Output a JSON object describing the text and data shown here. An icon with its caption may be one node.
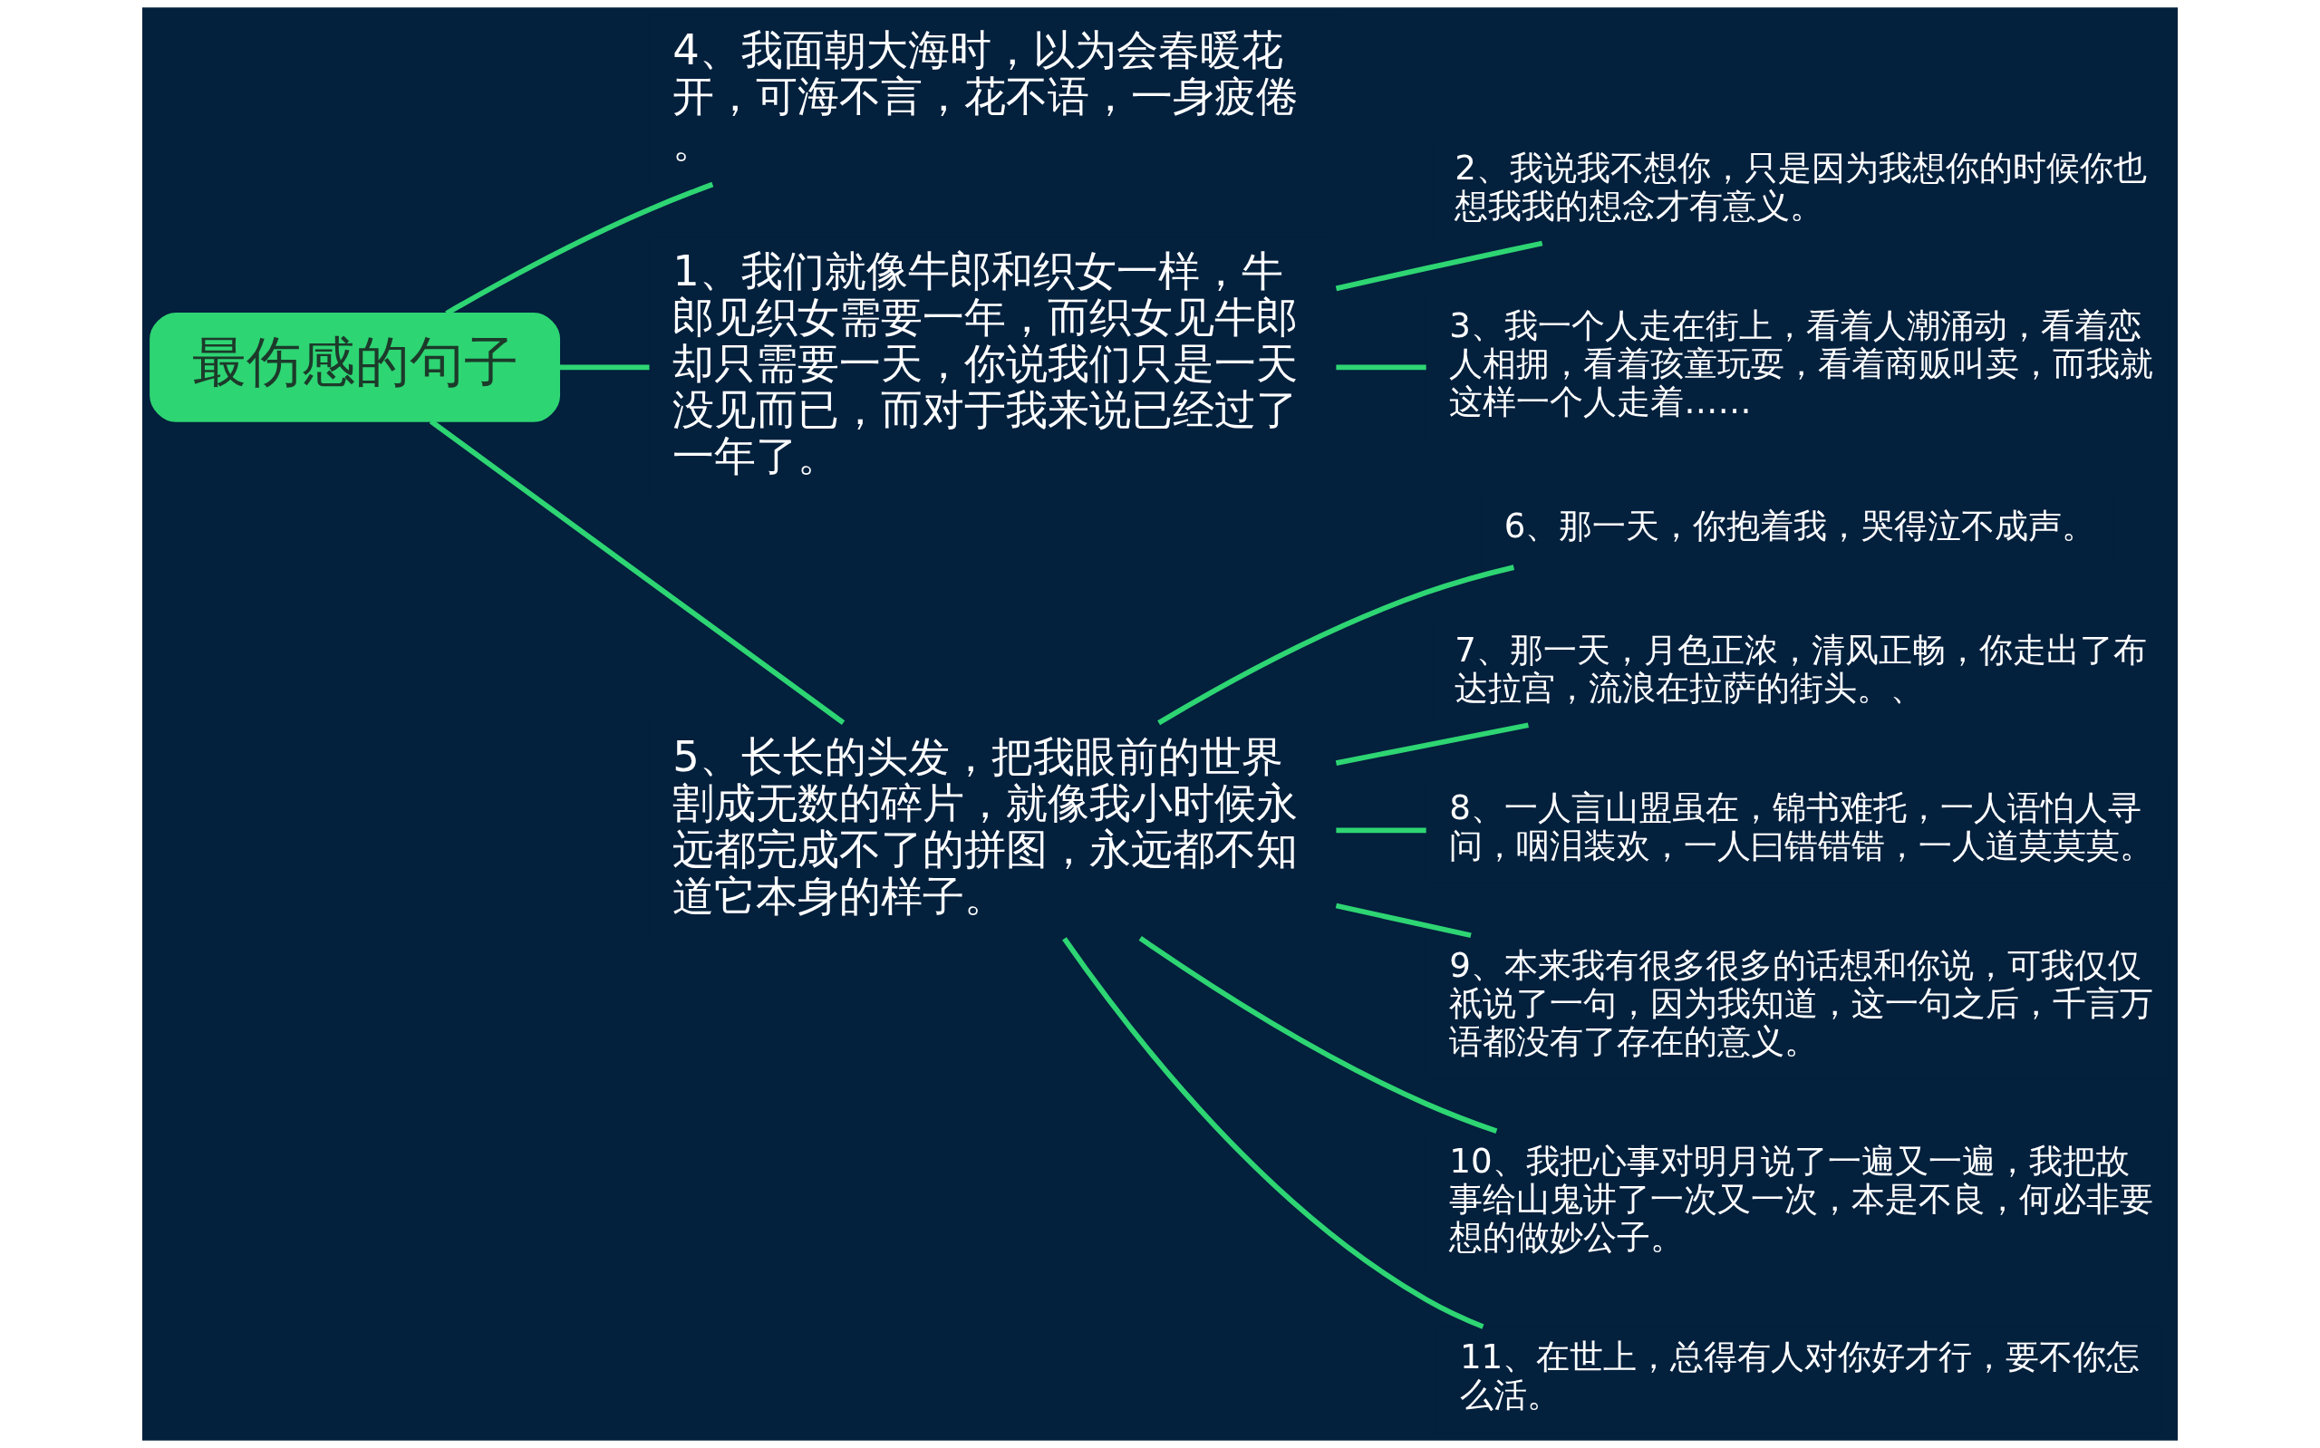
{
  "diagram": {
    "nodes": [
      {
        "text": [
          "最伤感的句子"
        ]
      },
      {
        "text": [
          "4、我面朝大海时，以为会春暖花开，可海不言，花不语，一身疲倦。"
        ]
      },
      {
        "text": [
          "1、我们就像牛郎和织女一样，牛郎见织女需要一年，而织女见牛郎却只需要一天，你说我们只是一天没见而已，而对于我来说已经过了一年了。"
        ]
      },
      {
        "text": [
          "5、长长的头发，把我眼前的世界割成无数的碎片，就像我小时候永远都完成不了的拼图，永远都不知道它本身的样子。"
        ]
      },
      {
        "text": [
          "2、我说我不想你，只是因为我想你的时候你也想我我的想念才有意义。"
        ]
      },
      {
        "text": [
          "3、我一个人走在街上，看着人潮涌动，看着恋人相拥，看着孩童玩耍，看着商贩叫卖，而我就这样一个人走着……"
        ]
      },
      {
        "text": [
          "6、那一天，你抱着我，哭得泣不成声。"
        ]
      },
      {
        "text": [
          "7、那一天，月色正浓，清风正畅，你走出了布达拉宫，流浪在拉萨的街头。、"
        ]
      },
      {
        "text": [
          "8、一人言山盟虽在，锦书难托，一人语怕人寻问，咽泪装欢，一人曰错错错，一人道莫莫莫。"
        ]
      },
      {
        "text": [
          "9、本来我有很多很多的话想和你说，可我仅仅祇说了一句，因为我知道，这一句之后，千言万语都没有了存在的意义。"
        ]
      },
      {
        "text": [
          "10、我把心事对明月说了一遍又一遍，我把故事给山鬼讲了一次又一次，本是不良，何必非要想的做妙公子。"
        ]
      },
      {
        "text": [
          "11、在世上，总得有人对你好才行，要不你怎么活。"
        ]
      }
    ],
    "edges": [
      {
        "from": 0,
        "to": 1,
        "arrow": "none"
      },
      {
        "from": 0,
        "to": 2,
        "arrow": "none"
      },
      {
        "from": 0,
        "to": 3,
        "arrow": "none"
      },
      {
        "from": 2,
        "to": 4,
        "arrow": "none"
      },
      {
        "from": 2,
        "to": 5,
        "arrow": "none"
      },
      {
        "from": 3,
        "to": 6,
        "arrow": "none"
      },
      {
        "from": 3,
        "to": 7,
        "arrow": "none"
      },
      {
        "from": 3,
        "to": 8,
        "arrow": "none"
      },
      {
        "from": 3,
        "to": 9,
        "arrow": "none"
      },
      {
        "from": 3,
        "to": 10,
        "arrow": "none"
      },
      {
        "from": 3,
        "to": 11,
        "arrow": "none"
      }
    ]
  }
}
